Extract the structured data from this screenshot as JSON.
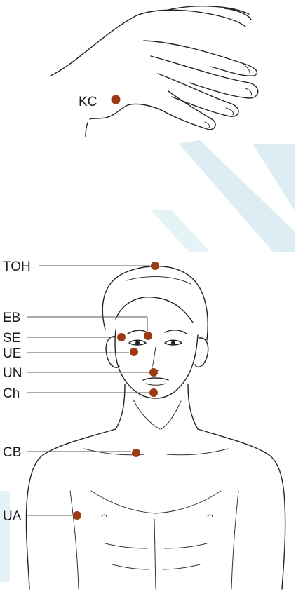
{
  "colors": {
    "point": "#9c3a14",
    "watermark": "#dceef3"
  },
  "hand_point": {
    "label": "KC"
  },
  "face_points": [
    {
      "id": "toh",
      "label": "TOH"
    },
    {
      "id": "eb",
      "label": "EB"
    },
    {
      "id": "se",
      "label": "SE"
    },
    {
      "id": "ue",
      "label": "UE"
    },
    {
      "id": "un",
      "label": "UN"
    },
    {
      "id": "ch",
      "label": "Ch"
    },
    {
      "id": "cb",
      "label": "CB"
    },
    {
      "id": "ua",
      "label": "UA"
    }
  ]
}
